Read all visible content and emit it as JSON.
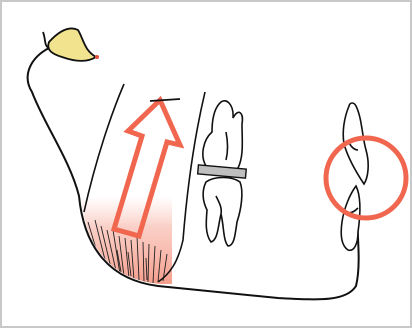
{
  "figure": {
    "kind": "dental-diagram",
    "frame_color": "#c8c8c8",
    "accent_color": "#f0664f",
    "condyle_fill": "#f2e48f",
    "spacer_fill": "#bfbfbf",
    "line_color": "#111111",
    "icons": [
      "mandible-outline",
      "condyle-cap",
      "upward-arrow",
      "gum-shading",
      "molar-pair",
      "bite-spacer",
      "incisor-pair",
      "highlight-circle"
    ]
  }
}
